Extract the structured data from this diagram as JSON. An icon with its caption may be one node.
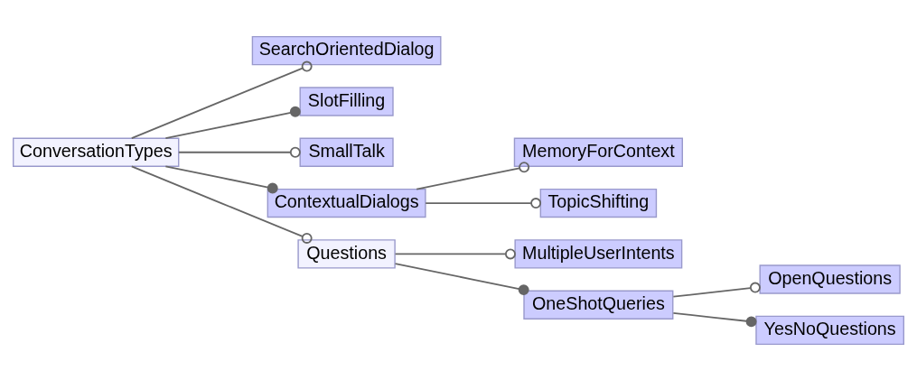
{
  "diagram": {
    "nodes": [
      {
        "text": [
          "ConversationTypes"
        ]
      },
      {
        "text": [
          "SearchOrientedDialog"
        ]
      },
      {
        "text": [
          "SlotFilling"
        ]
      },
      {
        "text": [
          "SmallTalk"
        ]
      },
      {
        "text": [
          "ContextualDialogs"
        ]
      },
      {
        "text": [
          "MemoryForContext"
        ]
      },
      {
        "text": [
          "TopicShifting"
        ]
      },
      {
        "text": [
          "Questions"
        ]
      },
      {
        "text": [
          "MultipleUserIntents"
        ]
      },
      {
        "text": [
          "OneShotQueries"
        ]
      },
      {
        "text": [
          "OpenQuestions"
        ]
      },
      {
        "text": [
          "YesNoQuestions"
        ]
      }
    ],
    "edges": [
      {
        "from": 0,
        "to": 1,
        "arrow": "other"
      },
      {
        "from": 0,
        "to": 2,
        "arrow": "other"
      },
      {
        "from": 0,
        "to": 3,
        "arrow": "other"
      },
      {
        "from": 0,
        "to": 4,
        "arrow": "other"
      },
      {
        "from": 0,
        "to": 7,
        "arrow": "other"
      },
      {
        "from": 4,
        "to": 5,
        "arrow": "other"
      },
      {
        "from": 4,
        "to": 6,
        "arrow": "other"
      },
      {
        "from": 7,
        "to": 8,
        "arrow": "other"
      },
      {
        "from": 7,
        "to": 9,
        "arrow": "other"
      },
      {
        "from": 9,
        "to": 10,
        "arrow": "other"
      },
      {
        "from": 9,
        "to": 11,
        "arrow": "other"
      }
    ]
  }
}
